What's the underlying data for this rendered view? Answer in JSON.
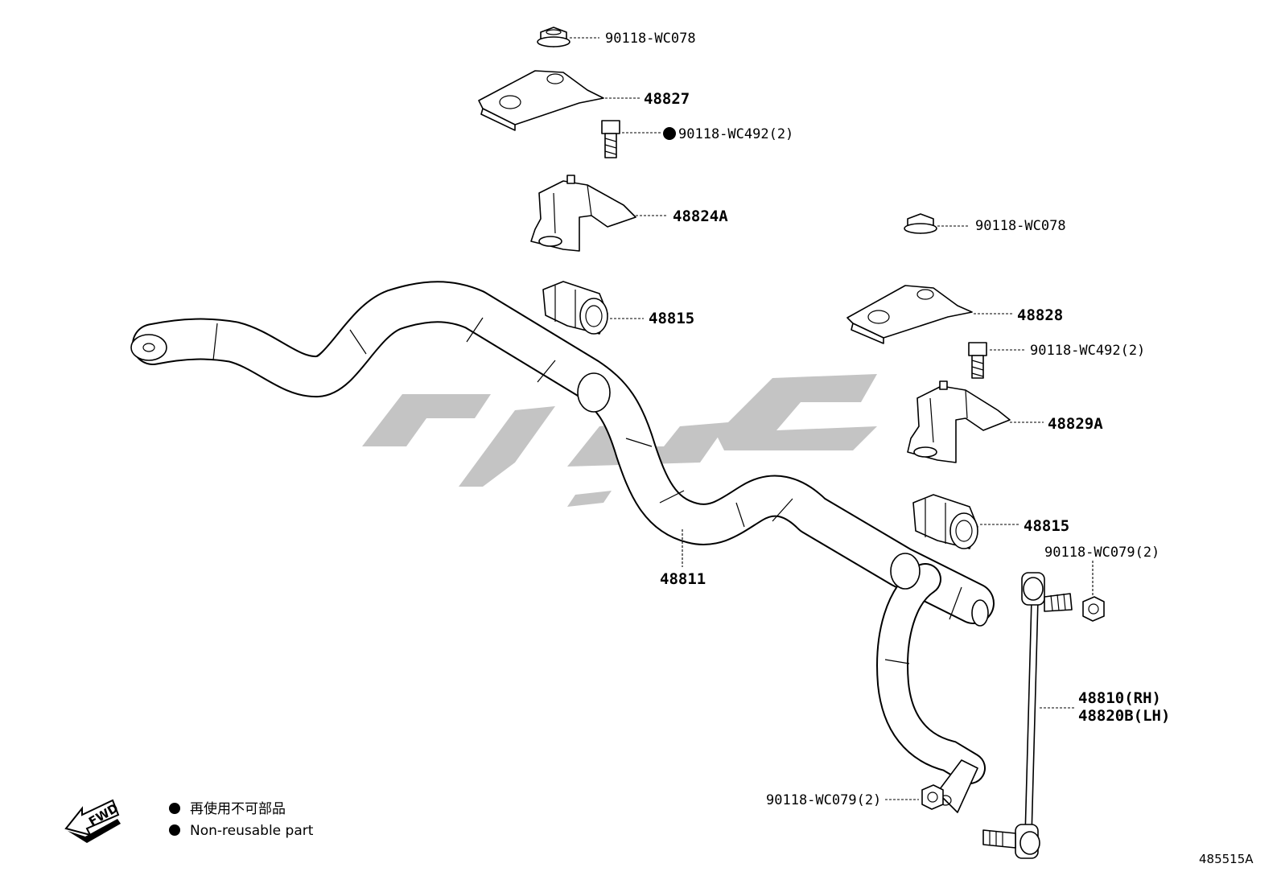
{
  "labels": {
    "nut_top": "90118-WC078",
    "bracket_lh": "48827",
    "bolt_lh": "90118-WC492(2)",
    "bracket_cover_lh": "48824A",
    "bushing_lh": "48815",
    "nut_right": "90118-WC078",
    "bracket_rh": "48828",
    "bolt_rh": "90118-WC492(2)",
    "bracket_cover_rh": "48829A",
    "bushing_rh": "48815",
    "nut_link_upper": "90118-WC079(2)",
    "stabilizer_bar": "48811",
    "link_rh": "48810(RH)",
    "link_lh": "48820B(LH)",
    "nut_link_lower": "90118-WC079(2)"
  },
  "legend": {
    "line_jp": "再使用不可部品",
    "line_en": "Non-reusable part"
  },
  "fwd_label": "FWD",
  "diagram_code": "485515A"
}
